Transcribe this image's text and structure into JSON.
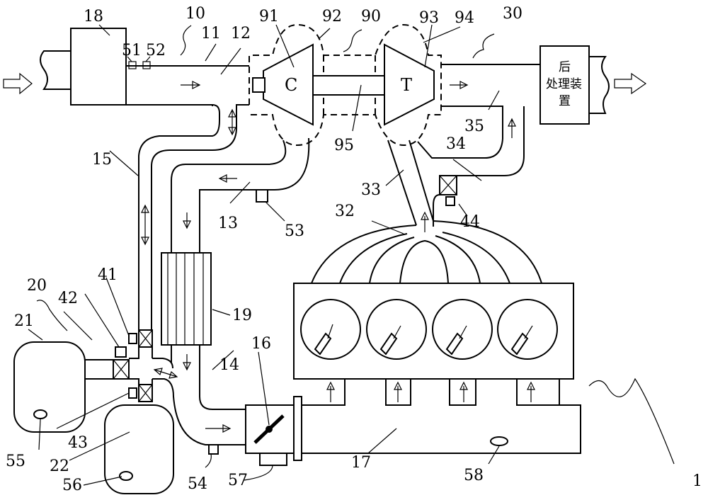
{
  "labels": {
    "l1": "1",
    "l10": "10",
    "l11": "11",
    "l12": "12",
    "l13": "13",
    "l14": "14",
    "l15": "15",
    "l16": "16",
    "l17": "17",
    "l18": "18",
    "l19": "19",
    "l20": "20",
    "l21": "21",
    "l22": "22",
    "l30": "30",
    "l32": "32",
    "l33": "33",
    "l34": "34",
    "l35": "35",
    "l41": "41",
    "l42": "42",
    "l43": "43",
    "l44": "44",
    "l51": "51",
    "l52": "52",
    "l53": "53",
    "l54": "54",
    "l55": "55",
    "l56": "56",
    "l57": "57",
    "l58": "58",
    "l90": "90",
    "l91": "91",
    "l92": "92",
    "l93": "93",
    "l94": "94",
    "l95": "95"
  },
  "compressor_letter": "C",
  "turbine_letter": "T",
  "aftertreatment": {
    "line1": "后",
    "line2": "处理装",
    "line3": "置"
  }
}
